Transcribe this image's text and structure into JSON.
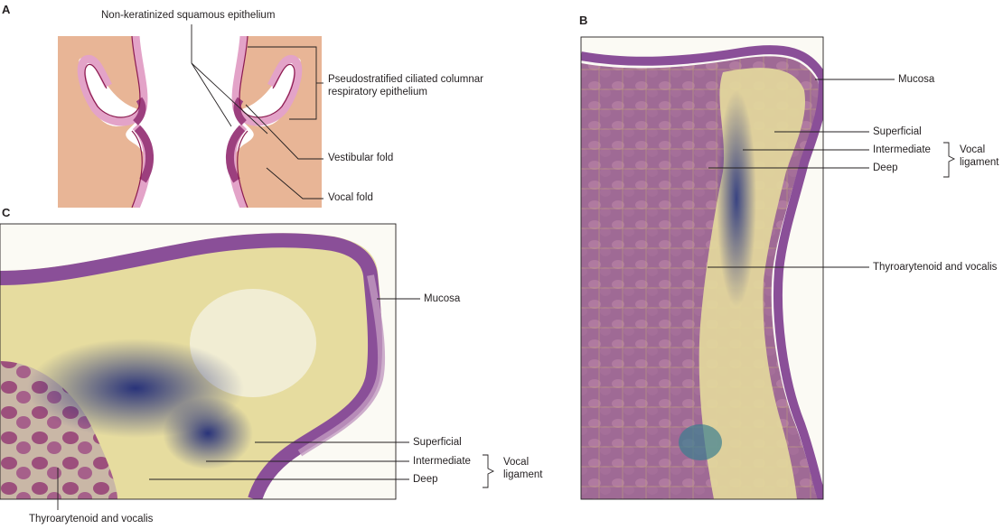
{
  "panels": {
    "a": {
      "letter": "A"
    },
    "b": {
      "letter": "B"
    },
    "c": {
      "letter": "C"
    }
  },
  "diagram_a": {
    "label_squamous": "Non-keratinized squamous epithelium",
    "label_respiratory_1": "Pseudostratified ciliated columnar",
    "label_respiratory_2": "respiratory epithelium",
    "label_vestibular": "Vestibular fold",
    "label_vocal": "Vocal fold"
  },
  "micro_b": {
    "mucosa": "Mucosa",
    "superficial": "Superficial",
    "intermediate": "Intermediate",
    "deep": "Deep",
    "vocal_ligament_1": "Vocal",
    "vocal_ligament_2": "ligament",
    "muscle": "Thyroarytenoid and vocalis"
  },
  "micro_c": {
    "mucosa": "Mucosa",
    "superficial": "Superficial",
    "intermediate": "Intermediate",
    "deep": "Deep",
    "vocal_ligament_1": "Vocal",
    "vocal_ligament_2": "ligament",
    "muscle": "Thyroarytenoid and vocalis"
  },
  "colors": {
    "tissue_bg": "#e8b596",
    "epithelium_light": "#e3a3c8",
    "epithelium_dark": "#9c3f7e",
    "outline": "#8b1a4f",
    "mucosa_purple": "#8a4f98",
    "stroma_yellow": "#e8e0a6",
    "muscle_mauve": "#a86a92",
    "ligament_blue": "#2e3f8c"
  }
}
